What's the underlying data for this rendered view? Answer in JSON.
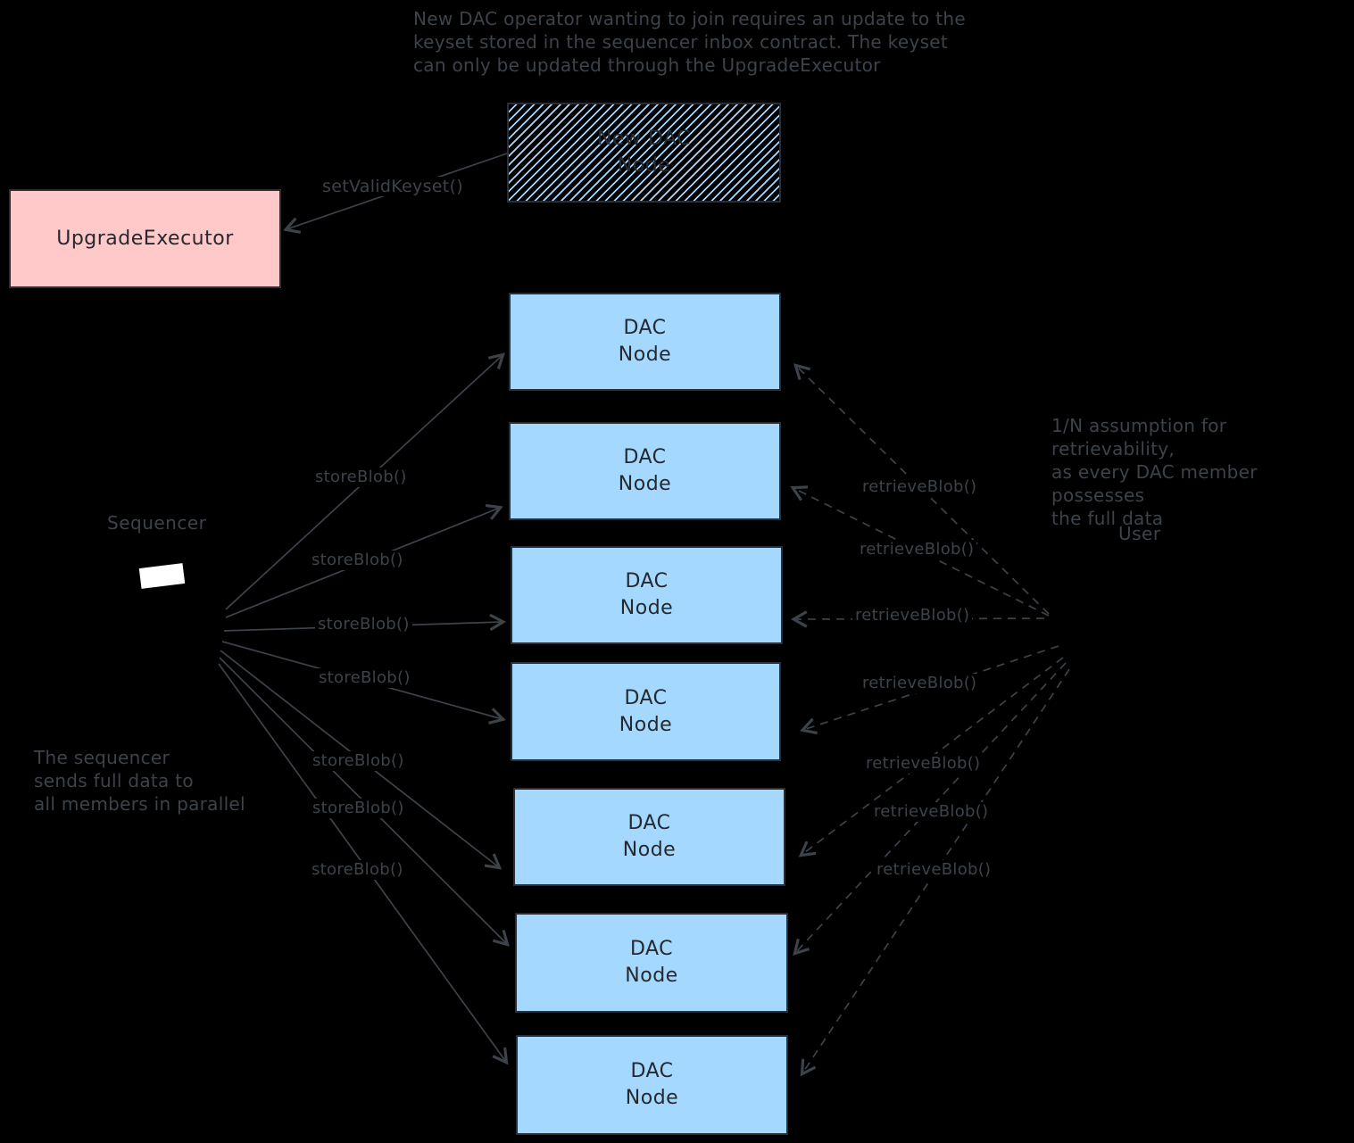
{
  "diagram": {
    "background": "#000000",
    "ink_color": "#3d434a",
    "notes": {
      "top": "New DAC operator wanting to join requires an update to the\nkeyset stored in the sequencer inbox contract. The keyset\ncan only be updated through the UpgradeExecutor",
      "left": "The sequencer\nsends full data to\nall members in parallel",
      "right": "1/N assumption for retrievability,\nas every DAC member possesses\nthe full data"
    },
    "actors": {
      "sequencer_label": "Sequencer",
      "user_label": "User"
    },
    "boxes": {
      "upgrade_executor": {
        "label": "UpgradeExecutor",
        "fill": "#ffc9c9"
      },
      "new_dac_node": {
        "label": "New DAC\nNode",
        "stripe_color": "#a5d8ff"
      },
      "dac_fill": "#a5d8ff",
      "dac_nodes": [
        {
          "label": "DAC\nNode"
        },
        {
          "label": "DAC\nNode"
        },
        {
          "label": "DAC\nNode"
        },
        {
          "label": "DAC\nNode"
        },
        {
          "label": "DAC\nNode"
        },
        {
          "label": "DAC\nNode"
        },
        {
          "label": "DAC\nNode"
        }
      ]
    },
    "calls": {
      "set_valid_keyset": "setValidKeyset()",
      "store": [
        "storeBlob()",
        "storeBlob()",
        "storeBlob()",
        "storeBlob()",
        "storeBlob()",
        "storeBlob()",
        "storeBlob()"
      ],
      "retrieve": [
        "retrieveBlob()",
        "retrieveBlob()",
        "retrieveBlob()",
        "retrieveBlob()",
        "retrieveBlob()",
        "retrieveBlob()",
        "retrieveBlob()"
      ]
    }
  }
}
